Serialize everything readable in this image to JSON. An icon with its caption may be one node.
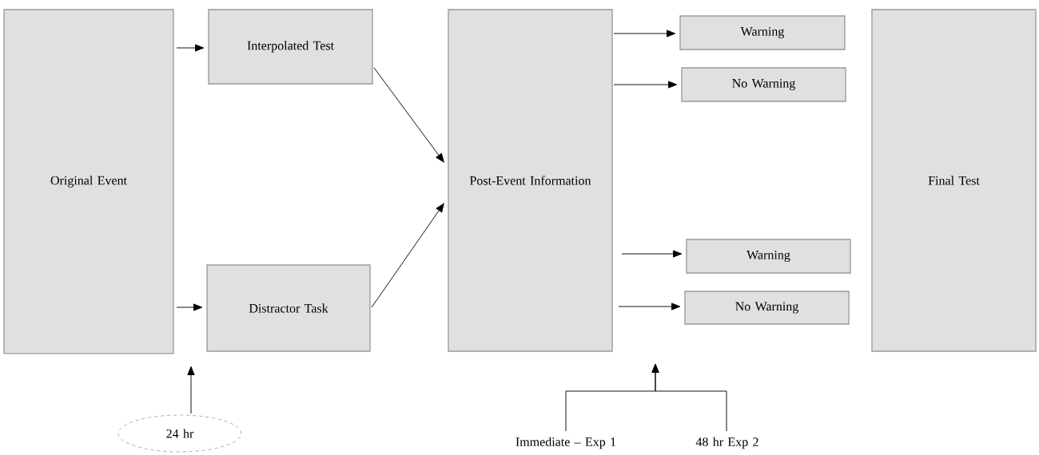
{
  "diagram": {
    "nodes": [
      {
        "text": [
          "Original Event"
        ]
      },
      {
        "text": [
          "Interpolated Test"
        ]
      },
      {
        "text": [
          "Distractor Task"
        ]
      },
      {
        "text": [
          "Post-Event Information"
        ]
      },
      {
        "text": [
          "Warning"
        ]
      },
      {
        "text": [
          "No Warning"
        ]
      },
      {
        "text": [
          "Warning"
        ]
      },
      {
        "text": [
          "No Warning"
        ]
      },
      {
        "text": [
          "Final Test"
        ]
      },
      {
        "text": [
          "24 hr"
        ]
      },
      {
        "text": [
          "Immediate – Exp 1"
        ]
      },
      {
        "text": [
          "48 hr Exp 2"
        ]
      }
    ],
    "edges": [
      {
        "from": 0,
        "to": 1,
        "arrow": "to"
      },
      {
        "from": 0,
        "to": 2,
        "arrow": "to"
      },
      {
        "from": 1,
        "to": 3,
        "arrow": "to"
      },
      {
        "from": 2,
        "to": 3,
        "arrow": "to"
      },
      {
        "from": 3,
        "to": 4,
        "arrow": "to"
      },
      {
        "from": 3,
        "to": 5,
        "arrow": "to"
      },
      {
        "from": 3,
        "to": 6,
        "arrow": "to"
      },
      {
        "from": 3,
        "to": 7,
        "arrow": "to"
      },
      {
        "from": 9,
        "to": null,
        "arrow": "to"
      },
      {
        "from": 10,
        "to": null,
        "arrow": "to"
      },
      {
        "from": 11,
        "to": null,
        "arrow": "to"
      }
    ]
  }
}
